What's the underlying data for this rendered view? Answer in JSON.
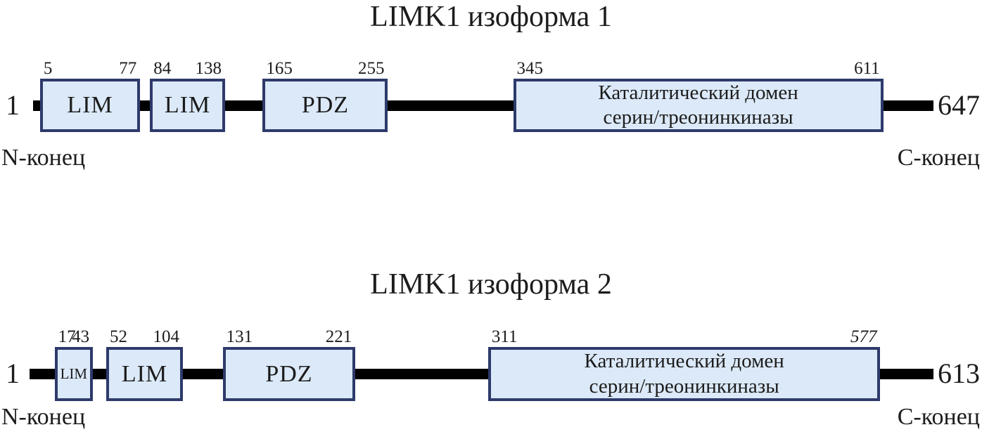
{
  "colors": {
    "domain_fill": "#dbe9f8",
    "domain_border": "#2e3a6b",
    "backbone": "#000000"
  },
  "isoforms": [
    {
      "title": "LIMK1 изоформа 1",
      "length": 647,
      "start_label": "1",
      "end_label": "647",
      "n_terminus": "N-конец",
      "c_terminus": "C-конец",
      "domains": [
        {
          "name": "LIM",
          "label": "LIM",
          "start": 5,
          "end": 77
        },
        {
          "name": "LIM",
          "label": "LIM",
          "start": 84,
          "end": 138
        },
        {
          "name": "PDZ",
          "label": "PDZ",
          "start": 165,
          "end": 255
        },
        {
          "name": "kinase",
          "label_line1": "Каталитический домен",
          "label_line2": "серин/треонинкиназы",
          "start": 345,
          "end": 611
        }
      ]
    },
    {
      "title": "LIMK1 изоформа 2",
      "length": 613,
      "start_label": "1",
      "end_label": "613",
      "n_terminus": "N-конец",
      "c_terminus": "C-конец",
      "domains": [
        {
          "name": "LIM",
          "label": "LIM",
          "start": 17,
          "end": 43
        },
        {
          "name": "LIM",
          "label": "LIM",
          "start": 52,
          "end": 104
        },
        {
          "name": "PDZ",
          "label": "PDZ",
          "start": 131,
          "end": 221
        },
        {
          "name": "kinase",
          "label_line1": "Каталитический домен",
          "label_line2": "серин/треонинкиназы",
          "start": 311,
          "end": 577
        }
      ]
    }
  ]
}
